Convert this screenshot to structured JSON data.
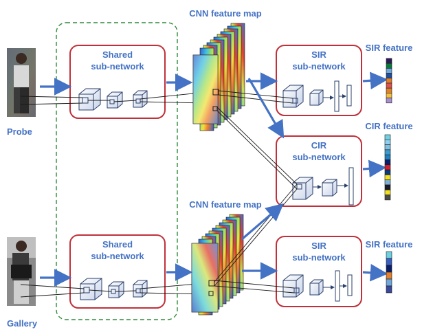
{
  "labels": {
    "probe": "Probe",
    "gallery": "Gallery",
    "cnn_map_top": "CNN feature map",
    "cnn_map_bottom": "CNN feature map",
    "sir_feature_top": "SIR feature",
    "cir_feature": "CIR feature",
    "sir_feature_bottom": "SIR feature"
  },
  "boxes": {
    "shared_top": [
      "Shared",
      "sub-network"
    ],
    "shared_bottom": [
      "Shared",
      "sub-network"
    ],
    "sir_top": [
      "SIR",
      "sub-network"
    ],
    "cir": [
      "CIR",
      "sub-network"
    ],
    "sir_bottom": [
      "SIR",
      "sub-network"
    ]
  },
  "colors": {
    "accent": "#4472c4",
    "box_border": "#c0303a",
    "dashed_border": "#2e8b3a",
    "arrow": "#4472c4"
  },
  "feature_vectors": {
    "sir_top": [
      "#2e1a5a",
      "#0a7a3a",
      "#6fa8dc",
      "#1f4e9a",
      "#e2802c",
      "#d9534f",
      "#e2802c",
      "#f0c040",
      "#a98fd0"
    ],
    "cir": [
      "#6fd0e0",
      "#8fd0f0",
      "#7fc0e0",
      "#3a9bd0",
      "#1f7fc0",
      "#0a1f6a",
      "#d02030",
      "#0a3a7a",
      "#f0e020",
      "#7fb0d0",
      "#1a1a2a",
      "#f0e020",
      "#4a4a4a"
    ],
    "sir_bottom": [
      "#6fd0e0",
      "#3a5fc0",
      "#0a1f6a",
      "#e08030",
      "#6fa8dc",
      "#3a4a9a"
    ]
  }
}
